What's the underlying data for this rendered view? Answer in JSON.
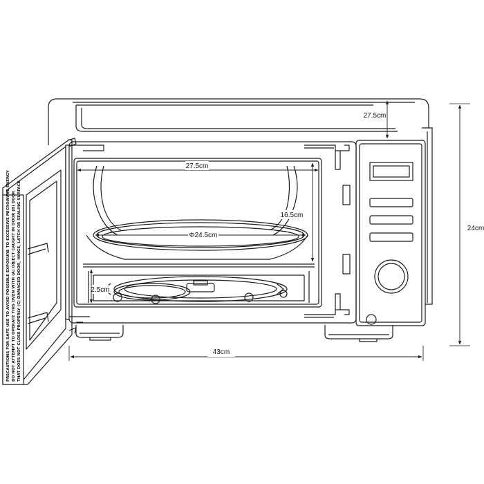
{
  "dimensions": {
    "height_total": "24cm",
    "width_total": "43cm",
    "top_depth": "27.5cm",
    "cavity_width": "27.5cm",
    "cavity_height": "16.5cm",
    "turntable_diameter": "Φ24.5cm",
    "floor_height": "2.5cm"
  },
  "door_warning": {
    "lines": [
      "PRECAUTIONS FOR SAFE USE TO AVOID POSSIBLE EXPOSURE TO EXCESSIVE MICROWAVE ENERGY",
      "DO NOT ATTEMPT TO OPERATE THIS OVEN WITH (A) OBJECT CAUGHT IN DOOR (B) DOOR",
      "THAT DOES NOT CLOSE PROPERLY (C) DAMAGED DOOR, HINGE, LATCH OR SEALING SURFACE"
    ]
  },
  "colors": {
    "line": "#1a1a1a",
    "background": "#ffffff"
  },
  "icons": {
    "control_knob": "dial-knob-icon",
    "door_release": "round-button-icon"
  }
}
